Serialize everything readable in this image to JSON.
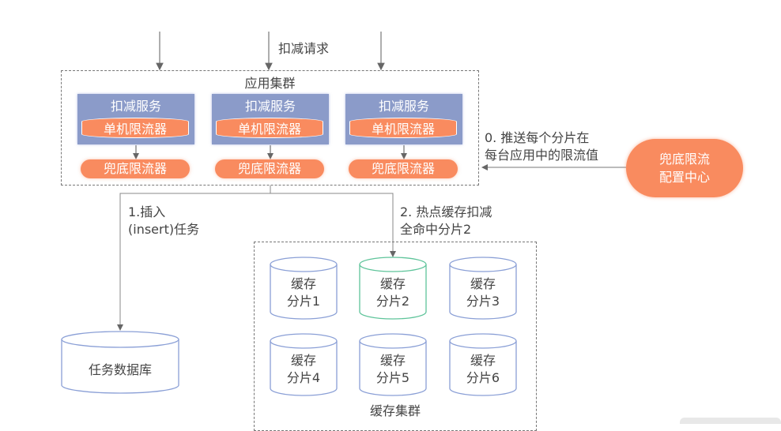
{
  "request_label": "扣减请求",
  "app_cluster": {
    "title": "应用集群",
    "services": [
      {
        "title": "扣减服务",
        "local_limiter": "单机限流器",
        "fallback_limiter": "兜底限流器"
      },
      {
        "title": "扣减服务",
        "local_limiter": "单机限流器",
        "fallback_limiter": "兜底限流器"
      },
      {
        "title": "扣减服务",
        "local_limiter": "单机限流器",
        "fallback_limiter": "兜底限流器"
      }
    ]
  },
  "config_center": {
    "line1": "兜底限流",
    "line2": "配置中心"
  },
  "step0": {
    "line1": "0. 推送每个分片在",
    "line2": "每台应用中的限流值"
  },
  "step1": {
    "line1": "1.插入",
    "line2": "(insert)任务"
  },
  "step2": {
    "line1": "2. 热点缓存扣减",
    "line2": "全命中分片2"
  },
  "task_db": {
    "label": "任务数据库"
  },
  "cache_cluster": {
    "title": "缓存集群",
    "shards": [
      {
        "line1": "缓存",
        "line2": "分片1",
        "highlighted": false
      },
      {
        "line1": "缓存",
        "line2": "分片2",
        "highlighted": true
      },
      {
        "line1": "缓存",
        "line2": "分片3",
        "highlighted": false
      },
      {
        "line1": "缓存",
        "line2": "分片4",
        "highlighted": false
      },
      {
        "line1": "缓存",
        "line2": "分片5",
        "highlighted": false
      },
      {
        "line1": "缓存",
        "line2": "分片6",
        "highlighted": false
      }
    ]
  },
  "colors": {
    "service_box": "#8b9bc9",
    "limiter": "#f98b5f",
    "cylinder_stroke": "#8a9fd6",
    "highlight_stroke": "#5ec49a",
    "line": "#666666"
  }
}
